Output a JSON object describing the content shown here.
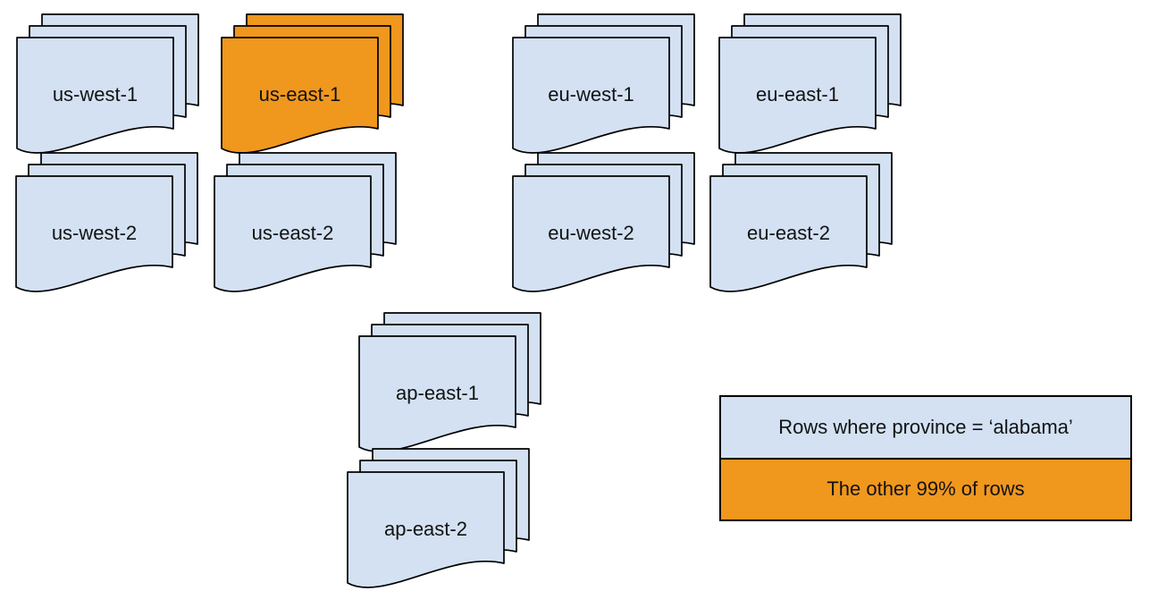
{
  "colors": {
    "shape_blue": "#d3e1f3",
    "shape_orange": "#f0971e",
    "stroke": "#000000",
    "text": "#121212",
    "background": "#ffffff"
  },
  "stacks": [
    {
      "label": "us-west-1",
      "variant": "blue"
    },
    {
      "label": "us-east-1",
      "variant": "orange"
    },
    {
      "label": "eu-west-1",
      "variant": "blue"
    },
    {
      "label": "eu-east-1",
      "variant": "blue"
    },
    {
      "label": "us-west-2",
      "variant": "blue"
    },
    {
      "label": "us-east-2",
      "variant": "blue"
    },
    {
      "label": "eu-west-2",
      "variant": "blue"
    },
    {
      "label": "eu-east-2",
      "variant": "blue"
    },
    {
      "label": "ap-east-1",
      "variant": "blue"
    },
    {
      "label": "ap-east-2",
      "variant": "blue"
    }
  ],
  "legend": {
    "blue_label": "Rows where province = ‘alabama’",
    "orange_label": "The other 99% of rows"
  }
}
